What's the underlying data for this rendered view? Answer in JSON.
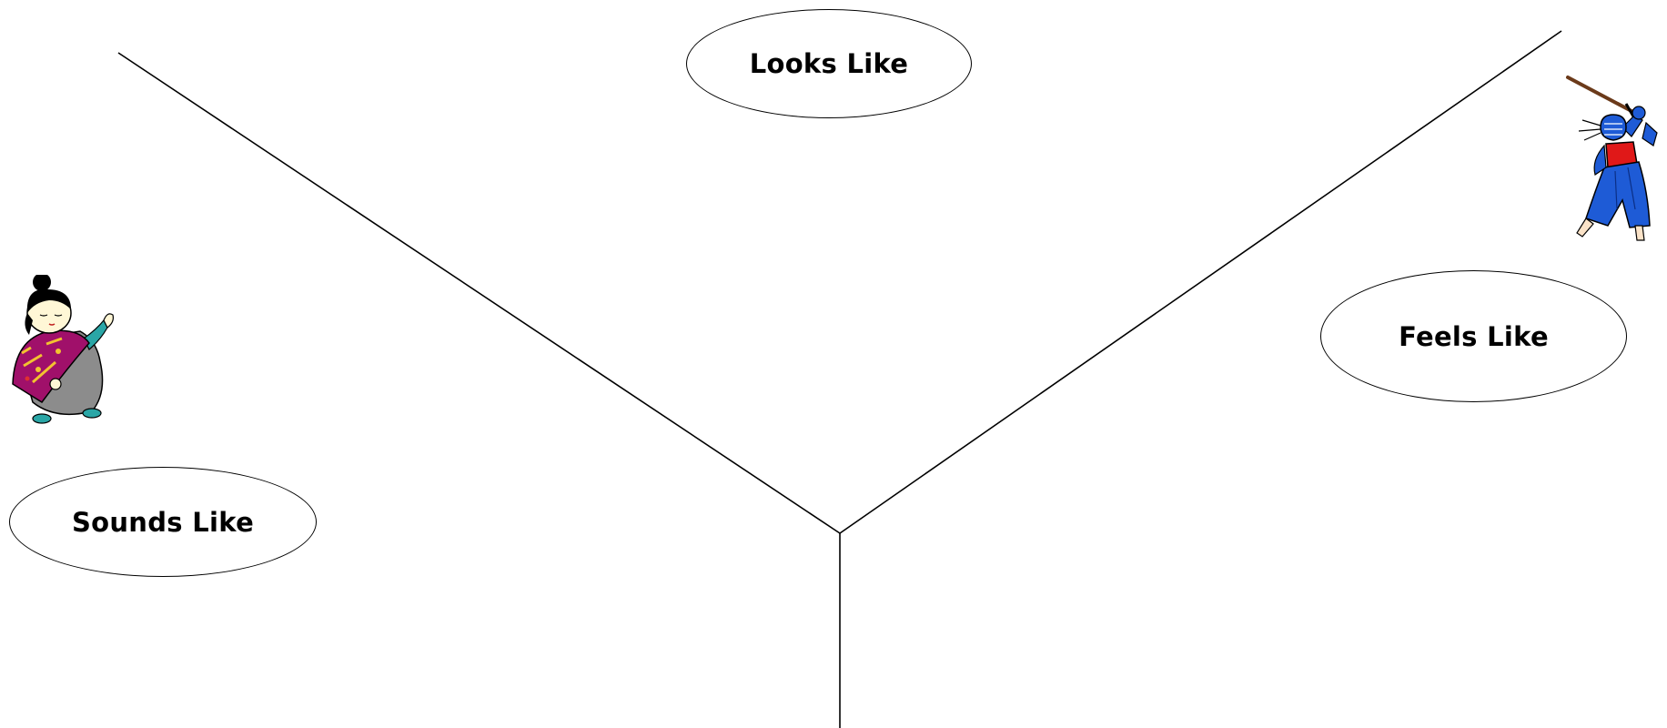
{
  "diagram": {
    "type": "Y-chart",
    "labels": {
      "looks_like": "Looks Like",
      "feels_like": "Feels Like",
      "sounds_like": "Sounds Like"
    },
    "line_color": "#000000",
    "background_color": "#ffffff"
  },
  "clipart": {
    "left": {
      "icon": "geisha-with-fan",
      "colors": {
        "fan": "#a0106a",
        "robe": "#8c8c8c",
        "accent": "#2aa6a6",
        "hair": "#000000"
      }
    },
    "right": {
      "icon": "kendo-swordsman",
      "colors": {
        "gear": "#1e5bd6",
        "sash": "#e01818",
        "sword": "#6b3a1a"
      }
    }
  }
}
